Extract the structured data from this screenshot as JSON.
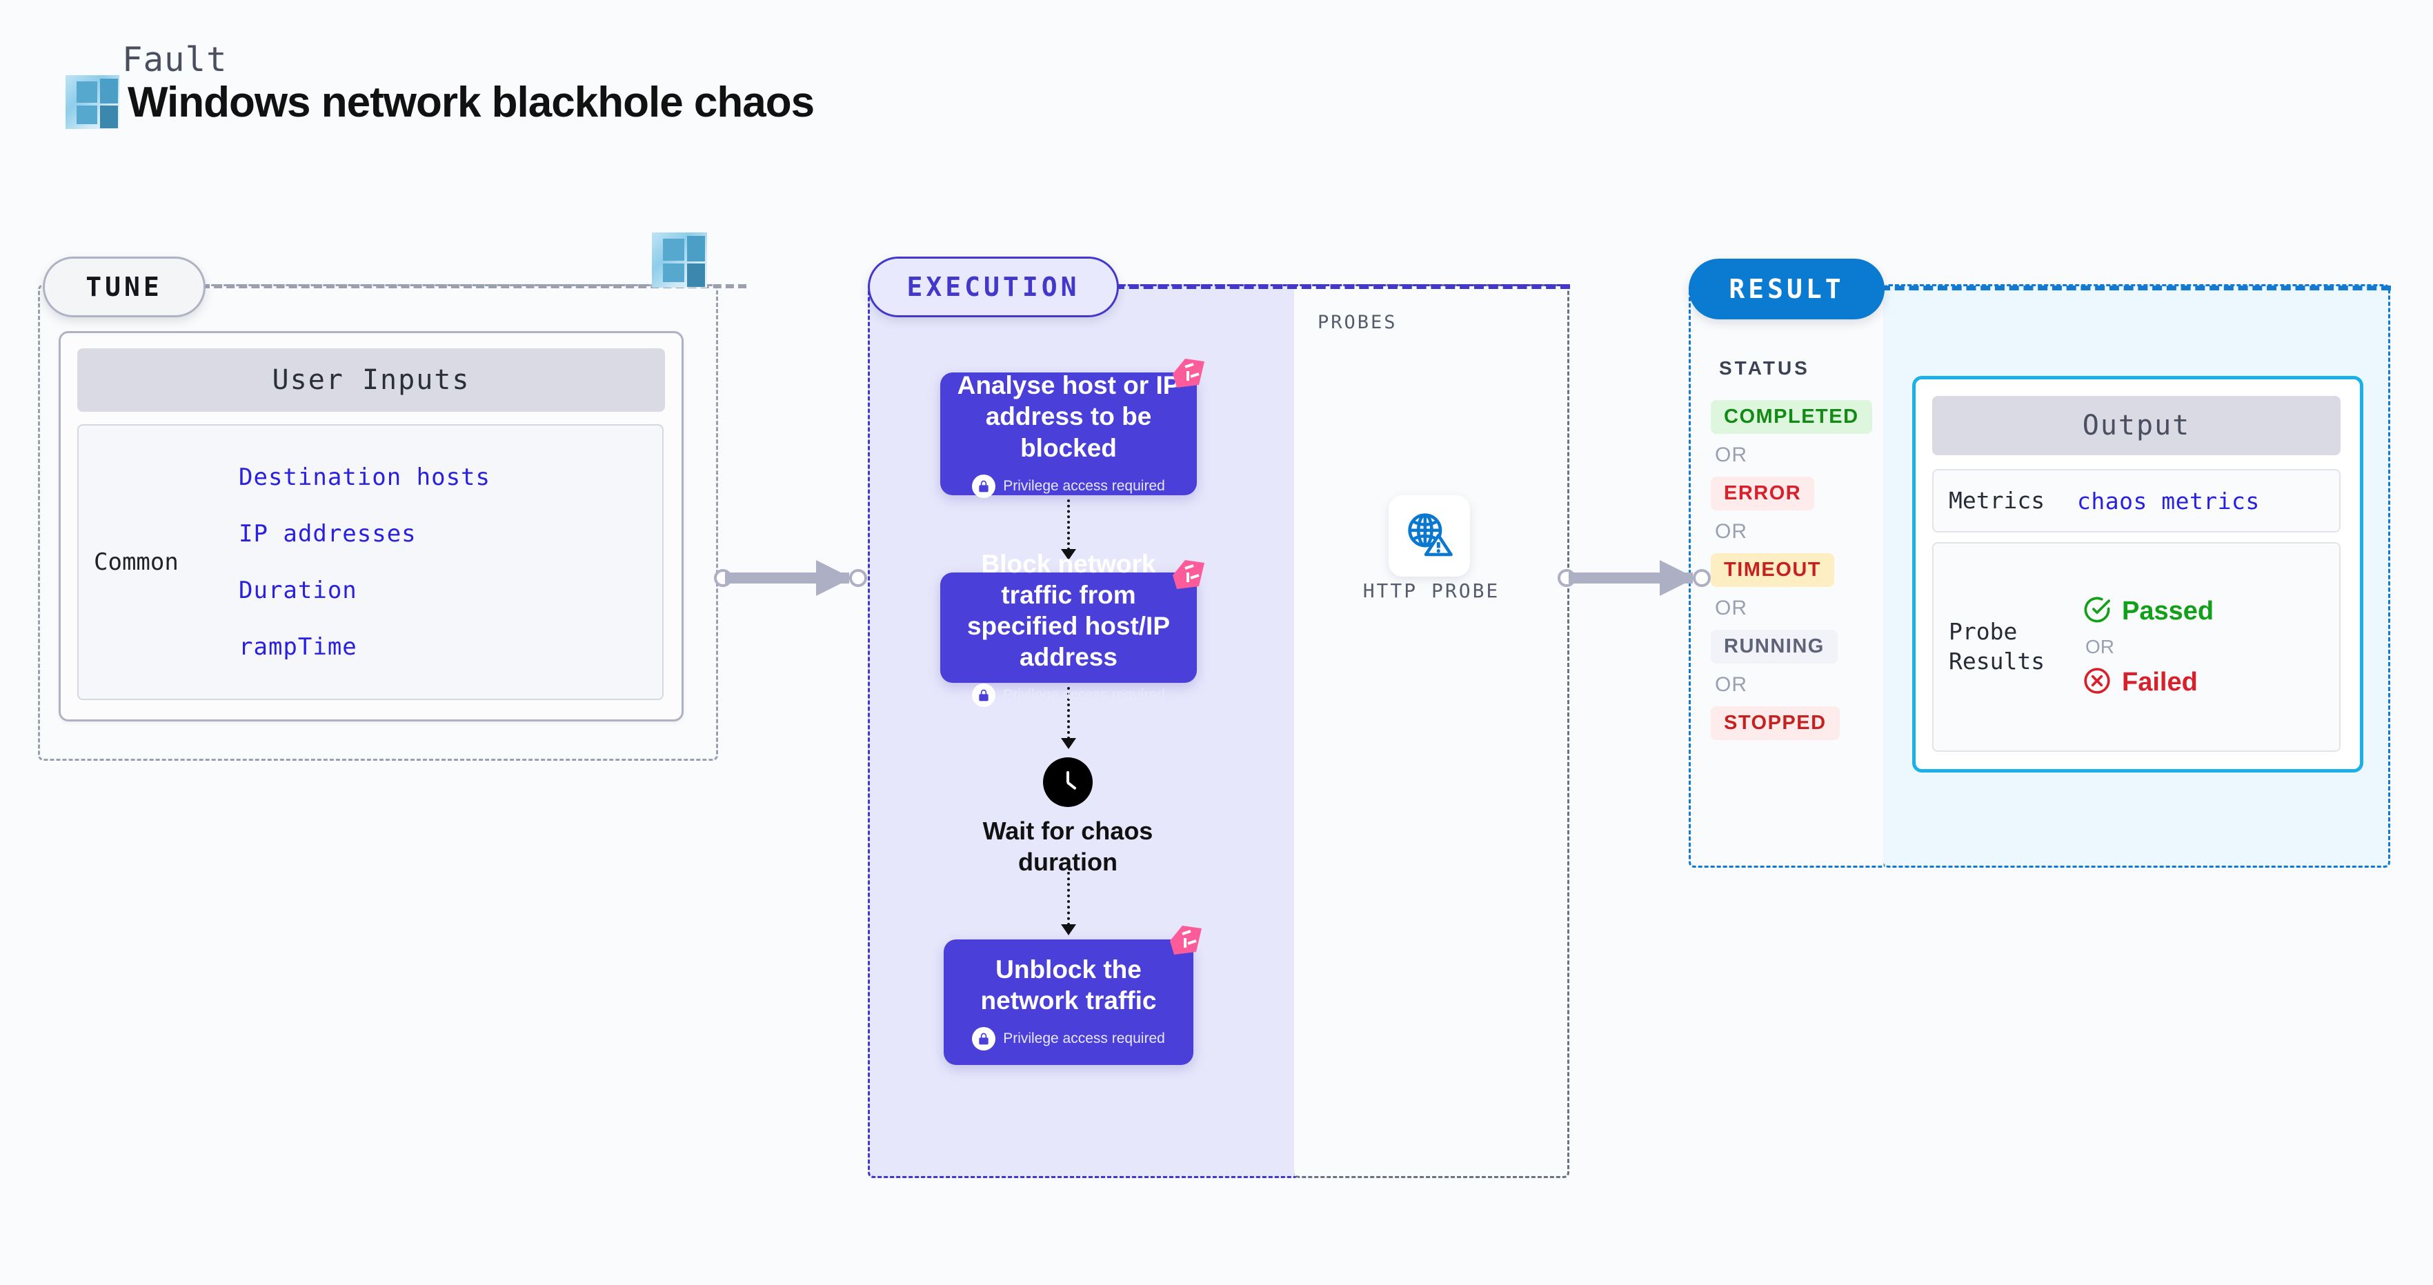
{
  "header": {
    "kicker": "Fault",
    "title": "Windows network blackhole chaos",
    "logo_icon": "windows-logo-icon"
  },
  "tune": {
    "pill_label": "TUNE",
    "connector_icon": "windows-logo-icon",
    "card_header": "User Inputs",
    "group_label": "Common",
    "params": [
      "Destination hosts",
      "IP addresses",
      "Duration",
      "rampTime"
    ]
  },
  "execution": {
    "pill_label": "EXECUTION",
    "blocks": [
      {
        "title": "Analyse host or IP address to be blocked",
        "privilege": "Privilege access required",
        "badge_icon": "litmus-chaos-badge-icon",
        "lock_icon": "lock-icon"
      },
      {
        "title": "Block network traffic from specified host/IP address",
        "privilege": "Privilege access required",
        "badge_icon": "litmus-chaos-badge-icon",
        "lock_icon": "lock-icon"
      },
      {
        "title": "Unblock the network traffic",
        "privilege": "Privilege access required",
        "badge_icon": "litmus-chaos-badge-icon",
        "lock_icon": "lock-icon"
      }
    ],
    "wait_node": {
      "icon": "clock-icon",
      "label": "Wait for chaos duration"
    }
  },
  "probes": {
    "section_label": "PROBES",
    "items": [
      {
        "icon": "globe-warning-icon",
        "label": "HTTP PROBE"
      }
    ]
  },
  "result": {
    "pill_label": "RESULT",
    "status_label": "STATUS",
    "or_label": "OR",
    "statuses": [
      {
        "label": "COMPLETED",
        "bg": "#ddf6dd",
        "fg": "#138a13"
      },
      {
        "label": "ERROR",
        "bg": "#fdeceb",
        "fg": "#d8202a"
      },
      {
        "label": "TIMEOUT",
        "bg": "#fdeec3",
        "fg": "#c62121"
      },
      {
        "label": "RUNNING",
        "bg": "#f2f3f8",
        "fg": "#5d6478"
      },
      {
        "label": "STOPPED",
        "bg": "#fdeceb",
        "fg": "#c62121"
      }
    ]
  },
  "output": {
    "header": "Output",
    "rows": [
      {
        "key": "Metrics",
        "value": "chaos metrics"
      },
      {
        "key": "Probe Results",
        "passed": "Passed",
        "or": "OR",
        "failed": "Failed"
      }
    ],
    "pass_icon": "check-circle-icon",
    "fail_icon": "x-circle-icon"
  },
  "connectors": {
    "arrow_tune_to_execution": "arrow-right-icon",
    "arrow_probes_to_result": "arrow-right-icon"
  },
  "colors": {
    "execution_purple": "#4a3fd8",
    "result_blue": "#0b7ad1",
    "output_cyan": "#1bb0e8",
    "chaos_pink": "#fc5d9a",
    "link_indigo": "#2a20e0"
  }
}
